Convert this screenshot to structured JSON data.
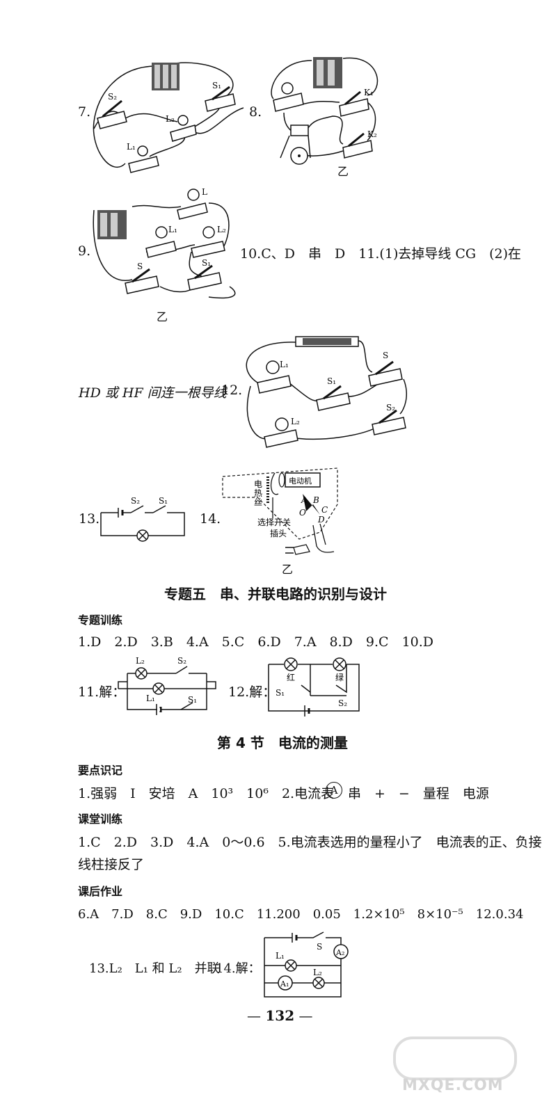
{
  "items": {
    "n7": "7.",
    "n8": "8.",
    "n9": "9.",
    "yi_8": "乙",
    "yi_9": "乙",
    "yi_14": "乙",
    "q10_11": "10.C、D　串　D　11.(1)去掉导线 CG　(2)在",
    "q11_cont": "HD 或 HF 间连一根导线",
    "n12": "12.",
    "n13": "13.",
    "n14": "14."
  },
  "labels": {
    "S": "S",
    "S1": "S₁",
    "S2": "S₂",
    "L": "L",
    "L1": "L₁",
    "L2": "L₂",
    "K1": "K₁",
    "K2": "K₂",
    "A1": "A₁",
    "A2": "A₂",
    "A": "A",
    "hair_dryer": {
      "motor": "电动机",
      "heater": "电热丝",
      "switch": "选择开关",
      "plug": "插头",
      "A": "A",
      "B": "B",
      "C": "C",
      "D": "D",
      "O": "O"
    },
    "red": "红",
    "green": "绿"
  },
  "section5": {
    "title": "专题五　串、并联电路的识别与设计",
    "sub": "专题训练",
    "answers": "1.D　2.D　3.B　4.A　5.C　6.D　7.A　8.D　9.C　10.D",
    "q11": "11.解：",
    "q12": "12.解："
  },
  "section4": {
    "title": "第 4 节　电流的测量",
    "key_points_head": "要点识记",
    "key_points": "1.强弱　I　安培　A　10³　10⁶　2.电流表",
    "key_points_tail": "串　+　−　量程　电源",
    "class_head": "课堂训练",
    "class_line1": "1.C　2.D　3.D　4.A　0～0.6　5.电流表选用的量程小了　电流表的正、负接",
    "class_line2": "线柱接反了",
    "home_head": "课后作业",
    "home_line": "6.A　7.D　8.C　9.D　10.C　11.200　0.05　1.2×10⁵　8×10⁻⁵　12.0.34",
    "q13": "13.L₂　L₁ 和 L₂　并联",
    "q14": "14.解："
  },
  "page_number": "132",
  "watermark": "MXQE.COM"
}
